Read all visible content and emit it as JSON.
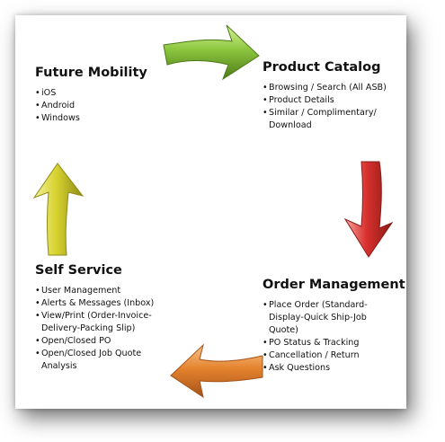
{
  "cycle": {
    "sections": {
      "future_mobility": {
        "title": "Future Mobility",
        "items": [
          "iOS",
          "Android",
          "Windows"
        ]
      },
      "product_catalog": {
        "title": "Product Catalog",
        "items": [
          "Browsing / Search (All ASB)",
          "Product Details",
          "Similar / Complimentary/ Download"
        ]
      },
      "order_management": {
        "title": "Order Management",
        "items": [
          "Place Order (Standard-Display-Quick Ship-Job Quote)",
          "PO Status & Tracking",
          "Cancellation / Return",
          "Ask Questions"
        ]
      },
      "self_service": {
        "title": "Self Service",
        "items": [
          "User Management",
          "Alerts & Messages (Inbox)",
          "View/Print (Order-Invoice-Delivery-Packing Slip)",
          "Open/Closed PO",
          "Open/Closed Job Quote Analysis"
        ]
      }
    },
    "arrows": {
      "top": {
        "color": "#8cc63f",
        "direction": "right"
      },
      "right": {
        "color": "#d9312e",
        "direction": "down"
      },
      "bottom": {
        "color": "#e5832e",
        "direction": "left"
      },
      "left": {
        "color": "#d8d330",
        "direction": "up"
      }
    }
  }
}
